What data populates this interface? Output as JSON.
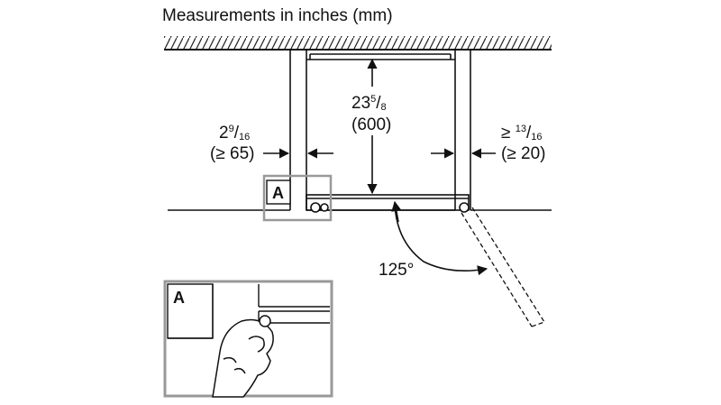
{
  "title": "Measurements in inches (mm)",
  "dimensions": {
    "depth": {
      "whole": "23",
      "numerator": "5",
      "denominator": "8",
      "mm": "(600)"
    },
    "left_gap": {
      "whole": "2",
      "numerator": "9",
      "denominator": "16",
      "mm": "(≥ 65)"
    },
    "right_gap": {
      "prefix": "≥ ",
      "numerator": "13",
      "denominator": "16",
      "mm": "(≥ 20)"
    },
    "door_angle": "125°"
  },
  "detail_callout": {
    "label": "A",
    "inset_label": "A"
  },
  "colors": {
    "line": "#111111",
    "callout_frame": "#999999",
    "hatch": "#222222"
  }
}
